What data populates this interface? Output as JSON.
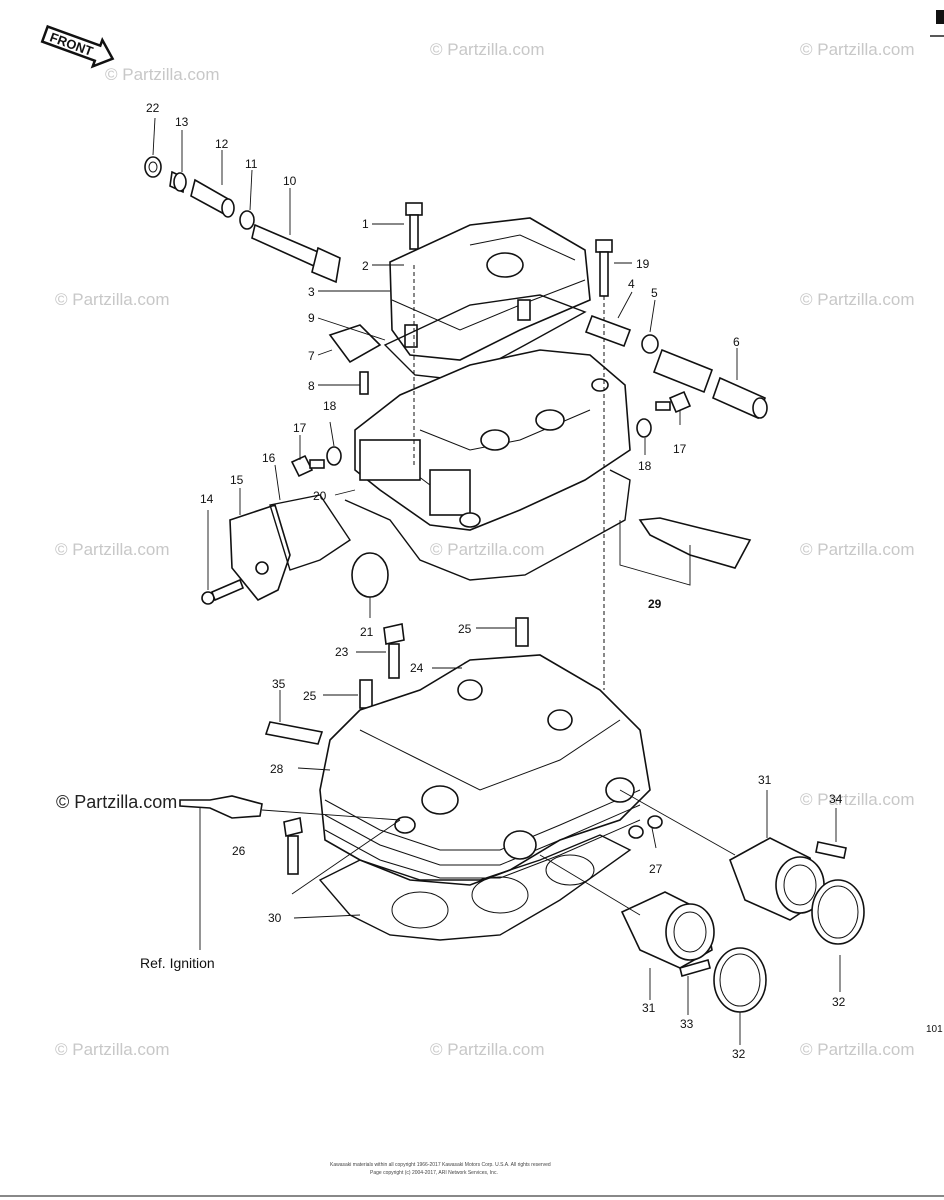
{
  "front_badge": "FRONT",
  "watermark": "© Partzilla.com",
  "watermark_strong": "© Partzilla.com",
  "ref_label": "Ref. Ignition",
  "page_code": "101",
  "copyright_line1": "Kawasaki materials within all copyright 1966-2017 Kawasaki Motors Corp. U.S.A. All rights reserved",
  "copyright_line2": "Page copyright (c) 2004-2017, ARI Network Services, Inc.",
  "callouts": {
    "c1": "1",
    "c2": "2",
    "c3": "3",
    "c4": "4",
    "c5": "5",
    "c6": "6",
    "c7": "7",
    "c8": "8",
    "c9": "9",
    "c10": "10",
    "c11": "11",
    "c12": "12",
    "c13": "13",
    "c14": "14",
    "c15": "15",
    "c16": "16",
    "c17a": "17",
    "c17b": "17",
    "c18a": "18",
    "c18b": "18",
    "c19": "19",
    "c20": "20",
    "c21": "21",
    "c22": "22",
    "c23": "23",
    "c24": "24",
    "c25a": "25",
    "c25b": "25",
    "c26": "26",
    "c27": "27",
    "c28": "28",
    "c29": "29",
    "c30": "30",
    "c31a": "31",
    "c31b": "31",
    "c32a": "32",
    "c32b": "32",
    "c33": "33",
    "c34": "34",
    "c35": "35"
  }
}
